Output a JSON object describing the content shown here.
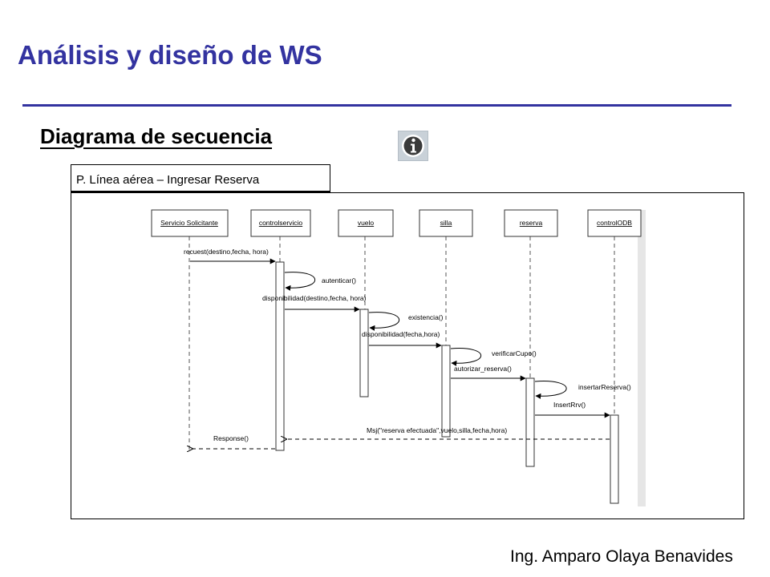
{
  "slide": {
    "title": "Análisis y diseño de WS",
    "subtitle": "Diagrama de secuencia",
    "frame_label": "P. Línea aérea – Ingresar Reserva",
    "footer": "Ing. Amparo Olaya Benavides",
    "info_icon": "info-icon"
  },
  "colors": {
    "title": "#3333a0",
    "rule": "#3333a0",
    "info_button": "#c9d1d8"
  },
  "sequence": {
    "lifelines": [
      "Servicio Solicitante",
      "controlservicio",
      "vuelo",
      "silla",
      "reserva",
      "controlODB"
    ],
    "messages": [
      "recuest(destino,fecha, hora)",
      "autenticar()",
      "disponibilidad(destino,fecha, hora)",
      "existencia()",
      "disponibilidad(fecha,hora)",
      "verificarCupo()",
      "autorizar_reserva()",
      "insertarReserva()",
      "InsertRrv()",
      "Msj(\"reserva efectuada\",vuelo,silla,fecha,hora)",
      "Response()"
    ]
  }
}
